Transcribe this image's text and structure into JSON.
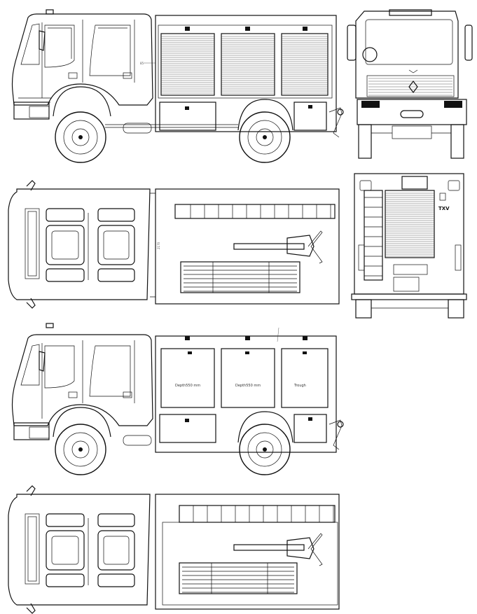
{
  "side_view_lower": {
    "compartments": [
      {
        "label": "Depth550 mm"
      },
      {
        "label": "Depth550 mm"
      },
      {
        "label": "Trough"
      }
    ]
  },
  "top_view_upper": {
    "dimension": "2170"
  },
  "side_view_upper": {
    "dimension": "85"
  },
  "rear_view": {
    "badge": "TXV"
  }
}
